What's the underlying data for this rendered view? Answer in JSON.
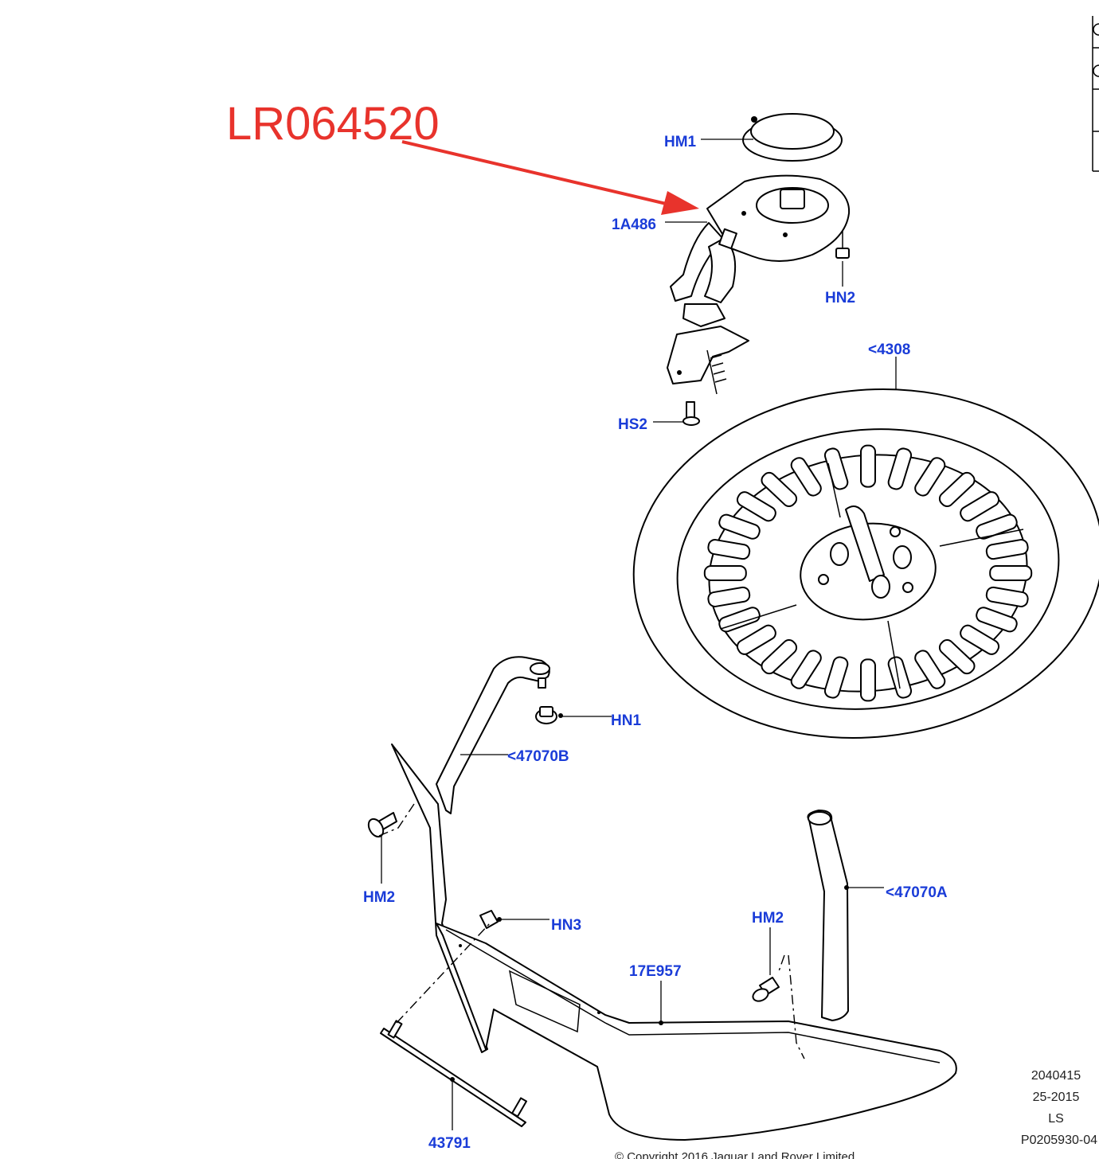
{
  "highlight": {
    "part_number": "LR064520",
    "color": "#e8332c"
  },
  "callouts": {
    "hm1": "HM1",
    "c1a486": "1A486",
    "hn2": "HN2",
    "c4308": "<4308",
    "hs2": "HS2",
    "hn1": "HN1",
    "c47070b": "<47070B",
    "hm2_left": "HM2",
    "hn3": "HN3",
    "hm2_right": "HM2",
    "c47070a": "<47070A",
    "c17e957": "17E957",
    "c43791": "43791"
  },
  "callout_color": "#1a3cd8",
  "metadata": {
    "line1": "2040415",
    "line2": "25-2015",
    "line3": "LS",
    "line4": "P0205930-04"
  },
  "copyright": "© Copyright  2016  Jaguar Land Rover Limited"
}
